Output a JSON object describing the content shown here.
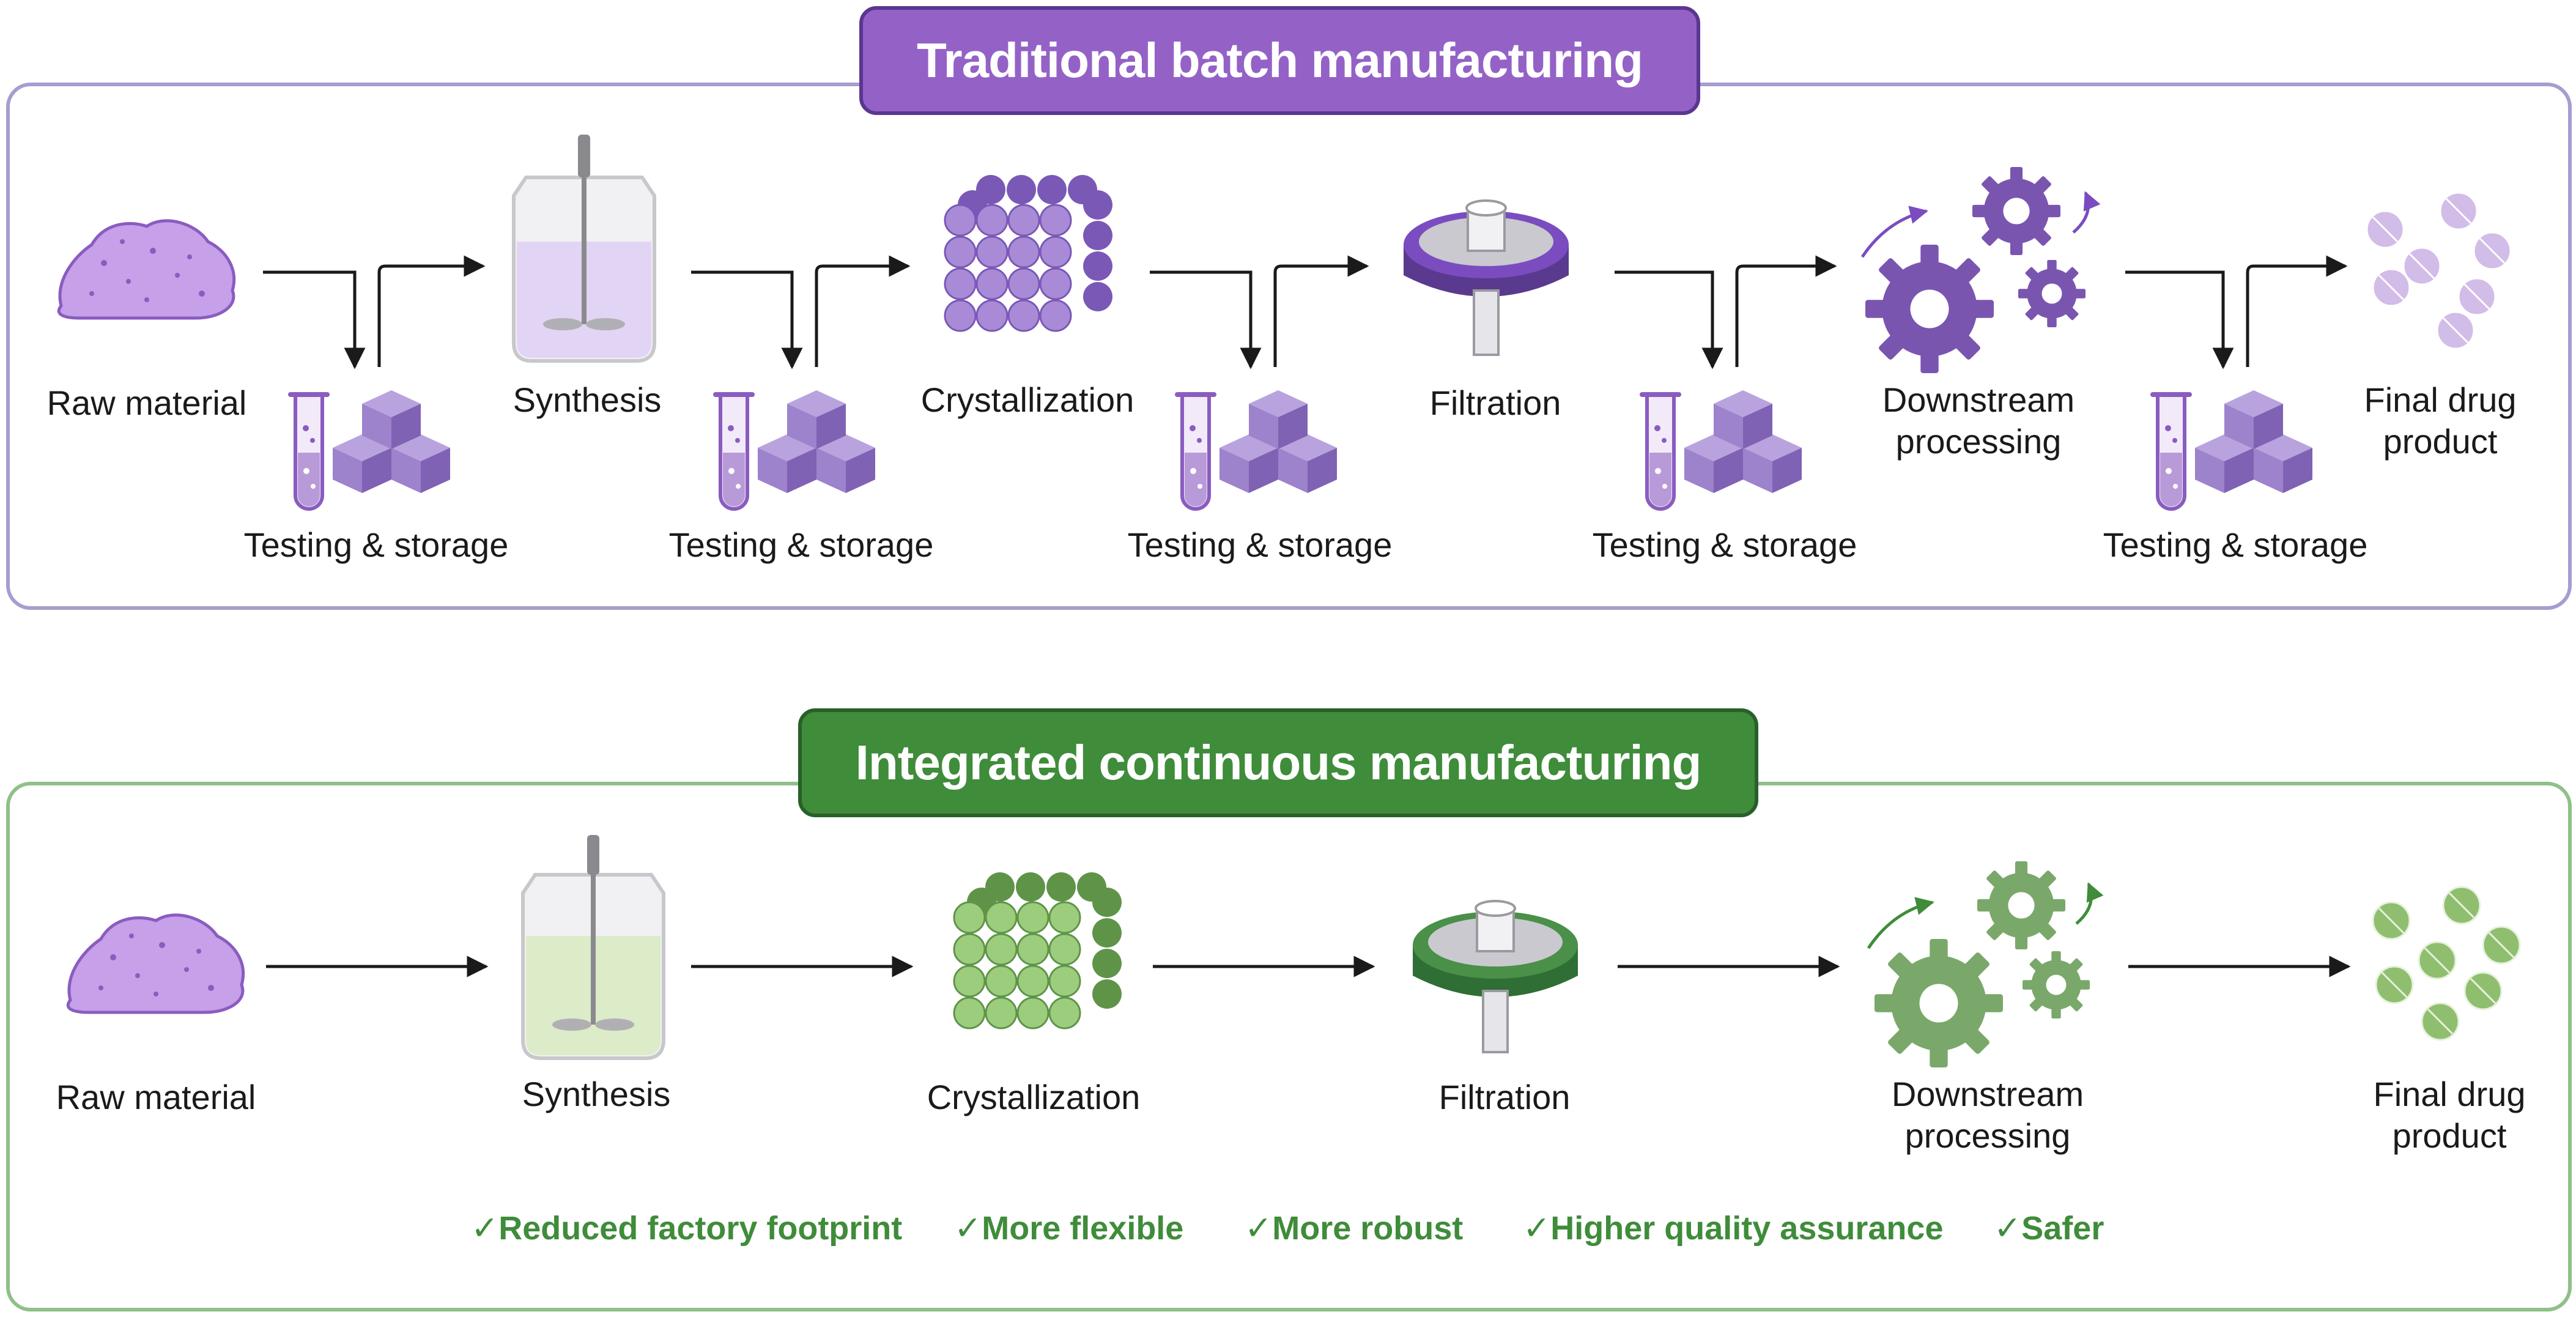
{
  "batch": {
    "title": "Traditional batch manufacturing",
    "steps": [
      "Raw material",
      "Synthesis",
      "Crystallization",
      "Filtration",
      "Downstream\nprocessing",
      "Final drug\nproduct"
    ],
    "storage_label": "Testing & storage"
  },
  "continuous": {
    "title": "Integrated continuous manufacturing",
    "steps": [
      "Raw material",
      "Synthesis",
      "Crystallization",
      "Filtration",
      "Downstream\nprocessing",
      "Final drug\nproduct"
    ],
    "benefits": [
      "Reduced factory footprint",
      "More flexible",
      "More robust",
      "Higher quality assurance",
      "Safer"
    ]
  },
  "colors": {
    "batch_accent": "#9462c7",
    "batch_icon_fill": "#a48cd0",
    "batch_icon_dark": "#6e4aa8",
    "continuous_accent": "#3f8c3a",
    "continuous_icon_fill": "#8fbf6e",
    "continuous_icon_dark": "#5a8f48",
    "raw_material": "#c6a0e8"
  },
  "icons": [
    "powder-icon",
    "reactor-icon",
    "crystal-lattice-icon",
    "filter-icon",
    "gears-icon",
    "tablets-icon",
    "test-tube-icon",
    "storage-boxes-icon"
  ]
}
